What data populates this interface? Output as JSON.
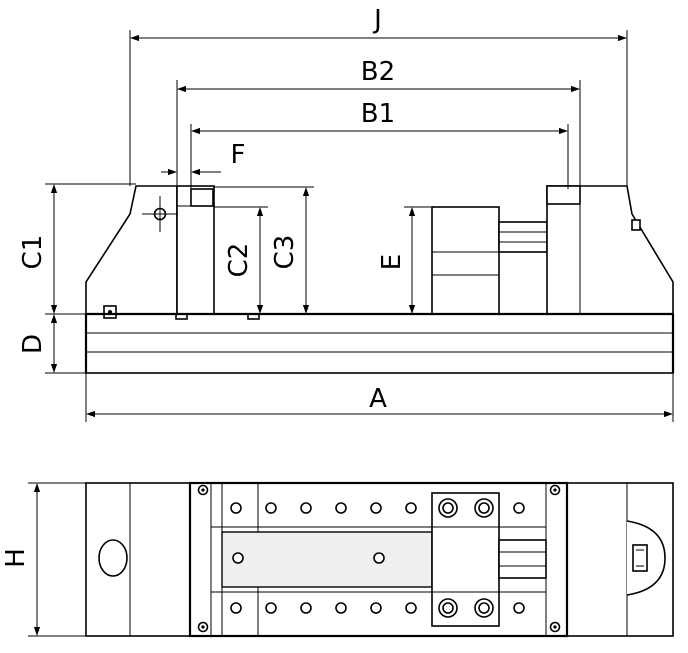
{
  "drawing": {
    "dimensions": {
      "J": "J",
      "B2": "B2",
      "B1": "B1",
      "F": "F",
      "C1": "C1",
      "C2": "C2",
      "C3": "C3",
      "E": "E",
      "D": "D",
      "A": "A",
      "H": "H"
    },
    "line_color": "#000000",
    "shade_color": "#d8d8d8",
    "background": "#ffffff"
  }
}
